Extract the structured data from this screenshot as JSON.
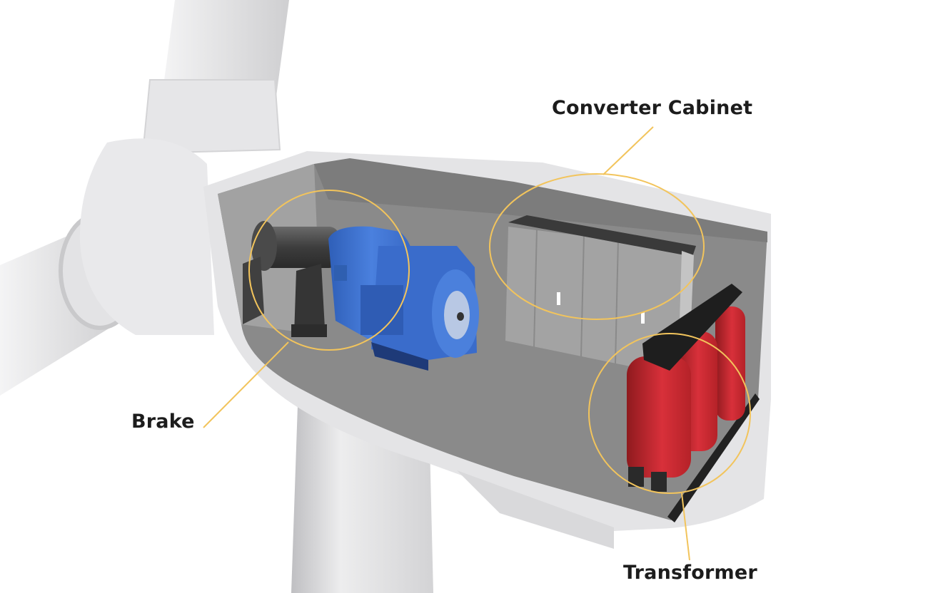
{
  "labels": {
    "converter_cabinet": "Converter Cabinet",
    "brake": "Brake",
    "transformer": "Transformer"
  },
  "colors": {
    "callout": "#f2c45c",
    "shell": "#e4e4e6",
    "interior": "#8a8a8a",
    "generator_blue": "#3f73d2",
    "transformer_red": "#c8262c",
    "cabinet_gray": "#a3a3a3"
  }
}
